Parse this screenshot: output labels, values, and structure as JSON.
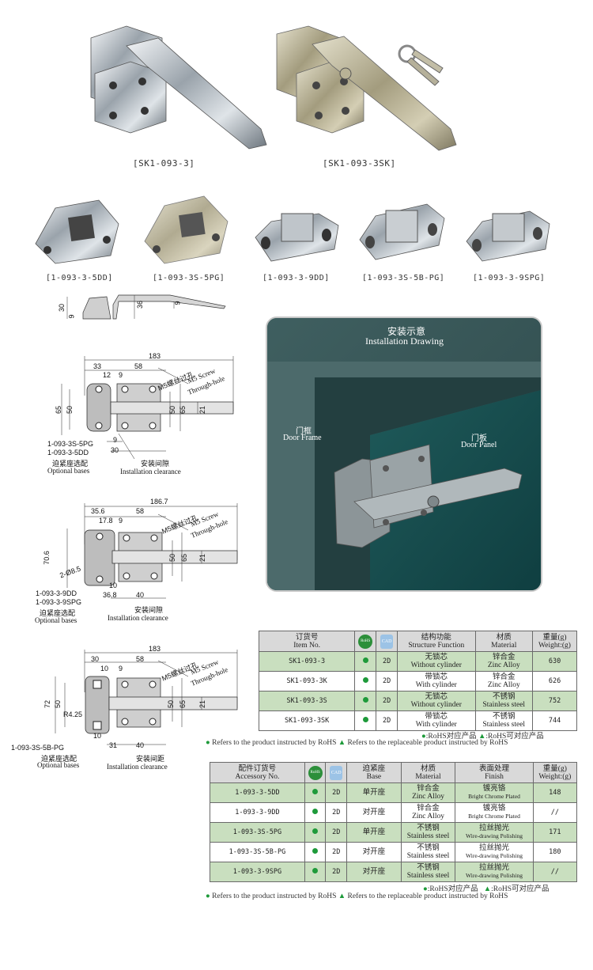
{
  "top_products": [
    {
      "caption": "[SK1-093-3]"
    },
    {
      "caption": "[SK1-093-3SK]"
    }
  ],
  "bases": [
    {
      "caption": "[1-093-3-5DD]"
    },
    {
      "caption": "[1-093-3S-5PG]"
    },
    {
      "caption": "[1-093-3-9DD]"
    },
    {
      "caption": "[1-093-3S-5B-PG]"
    },
    {
      "caption": "[1-093-3-9SPG]"
    }
  ],
  "side_view": {
    "dims": [
      "30",
      "9",
      "36",
      "9"
    ]
  },
  "drawing1": {
    "overall": "183",
    "d33": "33",
    "d58": "58",
    "d12": "12",
    "d9": "9",
    "h65": "65",
    "h50": "50",
    "r50": "50",
    "r65": "65",
    "r21": "21",
    "b9": "9",
    "b30": "30",
    "screw_cn": "M5螺丝过孔",
    "screw_en1": "M5 Screw",
    "screw_en2": "Through-hole",
    "base1": "1-093-3S-5PG",
    "base2": "1-093-3-5DD",
    "opt_cn": "迫紧座选配",
    "opt_en": "Optional bases",
    "clr_cn": "安装间隙",
    "clr_en": "Installation clearance"
  },
  "drawing2": {
    "overall": "186.7",
    "d35": "35.6",
    "d58": "58",
    "d17": "17.8",
    "d9": "9",
    "h70": "70.6",
    "hole": "2-Ø8.5",
    "r50": "50",
    "r65": "65",
    "r21": "21",
    "b10": "10",
    "b36": "36.8",
    "b40": "40",
    "screw_cn": "M5螺丝过孔",
    "screw_en1": "M5 Screw",
    "screw_en2": "Through-hole",
    "base1": "1-093-3-9DD",
    "base2": "1-093-3-9SPG",
    "opt_cn": "迫紧座选配",
    "opt_en": "Optional bases",
    "clr_cn": "安装间隙",
    "clr_en": "Installation clearance"
  },
  "drawing3": {
    "overall": "183",
    "d30": "30",
    "d58": "58",
    "d10": "10",
    "d9": "9",
    "h72": "72",
    "h50": "50",
    "r425": "R4.25",
    "r50": "50",
    "r65": "65",
    "r21": "21",
    "b10": "10",
    "b31": "31",
    "b40": "40",
    "screw_cn": "M5螺丝过孔",
    "screw_en1": "M5 Screw",
    "screw_en2": "Through-hole",
    "base1": "1-093-3S-5B-PG",
    "opt_cn": "迫紧座选配",
    "opt_en": "Optional bases",
    "clr_cn": "安装间距",
    "clr_en": "Installation clearance"
  },
  "install_panel": {
    "title_cn": "安装示意",
    "title_en": "Installation Drawing",
    "frame_cn": "门框",
    "frame_en": "Door Frame",
    "door_cn": "门板",
    "door_en": "Door Panel"
  },
  "table1": {
    "headers": {
      "item_cn": "订货号",
      "item_en": "Item No.",
      "func_cn": "结构功能",
      "func_en": "Structure Function",
      "mat_cn": "材质",
      "mat_en": "Material",
      "wt_cn": "重量(g)",
      "wt_en": "Weight:(g)",
      "rohs_icon": "RoHS",
      "cad_icon": "CAD"
    },
    "rows": [
      {
        "item": "SK1-093-3",
        "cad": "2D",
        "func_cn": "无锁芯",
        "func_en": "Without cylinder",
        "mat_cn": "锌合金",
        "mat_en": "Zinc Alloy",
        "weight": "630"
      },
      {
        "item": "SK1-093-3K",
        "cad": "2D",
        "func_cn": "带锁芯",
        "func_en": "With cylinder",
        "mat_cn": "锌合金",
        "mat_en": "Zinc Alloy",
        "weight": "626"
      },
      {
        "item": "SK1-093-3S",
        "cad": "2D",
        "func_cn": "无锁芯",
        "func_en": "Without cylinder",
        "mat_cn": "不锈钢",
        "mat_en": "Stainless steel",
        "weight": "752"
      },
      {
        "item": "SK1-093-3SK",
        "cad": "2D",
        "func_cn": "带锁芯",
        "func_en": "With cylinder",
        "mat_cn": "不锈钢",
        "mat_en": "Stainless steel",
        "weight": "744"
      }
    ],
    "legend_cn": ":RoHS对应产品",
    "legend_cn2": ":RoHS可对应产品",
    "legend_en1": "Refers to the product instructed by RoHS",
    "legend_en2": "Refers to the replaceable product instructed by RoHS"
  },
  "table2": {
    "headers": {
      "acc_cn": "配件订货号",
      "acc_en": "Accessory No.",
      "base_cn": "迫紧座",
      "base_en": "Base",
      "mat_cn": "材质",
      "mat_en": "Material",
      "fin_cn": "表面处理",
      "fin_en": "Finish",
      "wt_cn": "重量(g)",
      "wt_en": "Weight:(g)",
      "rohs_icon": "RoHS",
      "cad_icon": "CAD"
    },
    "rows": [
      {
        "item": "1-093-3-5DD",
        "cad": "2D",
        "base": "单开座",
        "mat_cn": "锌合金",
        "mat_en": "Zinc Alloy",
        "fin_cn": "镀亮铬",
        "fin_en": "Bright Chrome Plated",
        "weight": "148"
      },
      {
        "item": "1-093-3-9DD",
        "cad": "2D",
        "base": "对开座",
        "mat_cn": "锌合金",
        "mat_en": "Zinc Alloy",
        "fin_cn": "镀亮铬",
        "fin_en": "Bright Chrome Plated",
        "weight": "//"
      },
      {
        "item": "1-093-3S-5PG",
        "cad": "2D",
        "base": "单开座",
        "mat_cn": "不锈钢",
        "mat_en": "Stainless steel",
        "fin_cn": "拉丝抛光",
        "fin_en": "Wire-drawing Polishing",
        "weight": "171"
      },
      {
        "item": "1-093-3S-5B-PG",
        "cad": "2D",
        "base": "对开座",
        "mat_cn": "不锈钢",
        "mat_en": "Stainless steel",
        "fin_cn": "拉丝抛光",
        "fin_en": "Wire-drawing Polishing",
        "weight": "180"
      },
      {
        "item": "1-093-3-9SPG",
        "cad": "2D",
        "base": "对开座",
        "mat_cn": "不锈钢",
        "mat_en": "Stainless steel",
        "fin_cn": "拉丝抛光",
        "fin_en": "Wire-drawing Polishing",
        "weight": "//"
      }
    ],
    "legend_cn": ":RoHS对应产品",
    "legend_cn2": ":RoHS可对应产品",
    "legend_en1": "Refers to the product instructed by RoHS",
    "legend_en2": "Refers to the replaceable product instructed by RoHS"
  },
  "colors": {
    "rohs_green": "#1e9a3a",
    "row_green": "#c9dfbf",
    "panel_bg": "#3d5a5c"
  }
}
